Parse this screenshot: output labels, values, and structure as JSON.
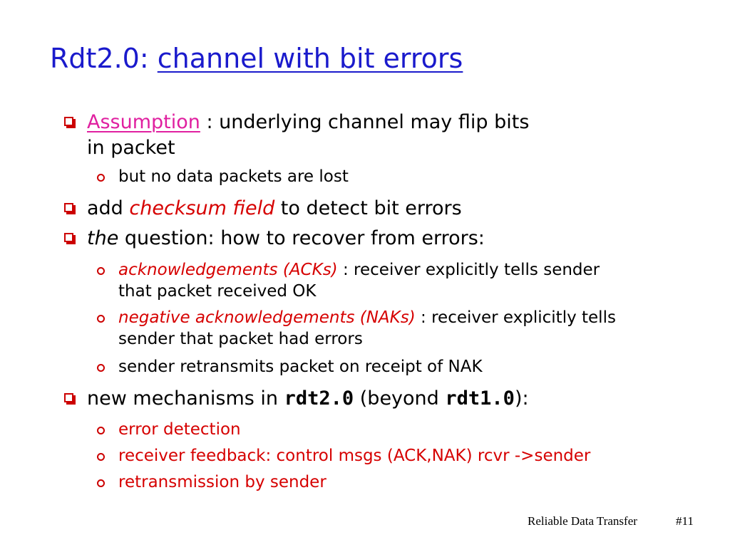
{
  "title": {
    "prefix": "Rdt2.0: ",
    "underlined": "channel with bit errors"
  },
  "bullets": {
    "assumption": {
      "term": "Assumption",
      "text_line1": " : underlying channel may flip bits",
      "text_line2": "in packet",
      "sub": "but no data packets are lost"
    },
    "checksum": {
      "pre": "add ",
      "term": "checksum field",
      "post": "  to detect bit errors"
    },
    "question": {
      "term": "the",
      "text": " question: how to recover from errors:",
      "acks": {
        "term": "acknowledgements (ACKs)",
        "text_line1": " : receiver explicitly tells sender",
        "text_line2": "that packet received OK"
      },
      "naks": {
        "term": "negative acknowledgements (NAKs)",
        "text_line1": " : receiver explicitly tells",
        "text_line2": "sender that packet had errors"
      },
      "retransmit": "sender retransmits packet on receipt of NAK"
    },
    "mechanisms": {
      "pre": "new mechanisms in ",
      "code1": "rdt2.0",
      "mid": " (beyond ",
      "code2": "rdt1.0",
      "post": "):",
      "items": [
        "error detection",
        "receiver feedback: control msgs (ACK,NAK) rcvr ->sender",
        "retransmission by sender"
      ]
    }
  },
  "footer": {
    "label": "Reliable Data Transfer",
    "page": "#11"
  },
  "colors": {
    "title": "#1a1acc",
    "accent_red": "#d60000",
    "accent_magenta": "#e020a0",
    "bullet_marker": "#cc0000"
  }
}
